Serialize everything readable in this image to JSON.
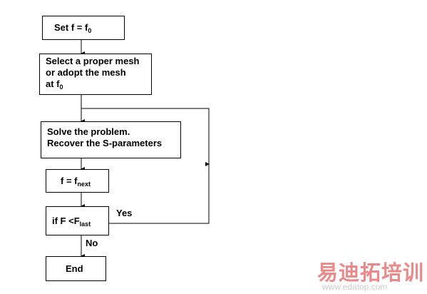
{
  "nodes": {
    "set_f": {
      "text": "Set f = f",
      "sub": "0"
    },
    "select_mesh": {
      "line1": "Select a proper mesh",
      "line2": "or adopt the mesh",
      "line3": "at f",
      "line3_sub": "0"
    },
    "solve": {
      "line1": "Solve the problem.",
      "line2": "Recover the S-parameters"
    },
    "f_next": {
      "text": "f = f",
      "sub": "next"
    },
    "if_f": {
      "text": "if F <F",
      "sub": "last"
    },
    "end": {
      "text": "End"
    }
  },
  "edge_labels": {
    "yes": "Yes",
    "no": "No"
  },
  "watermark": {
    "chinese": "易迪拓培训",
    "url": "www.edatop.com"
  },
  "colors": {
    "line": "#000000",
    "watermark_cn": "#e98a8a",
    "watermark_url": "#c9c9c9"
  }
}
